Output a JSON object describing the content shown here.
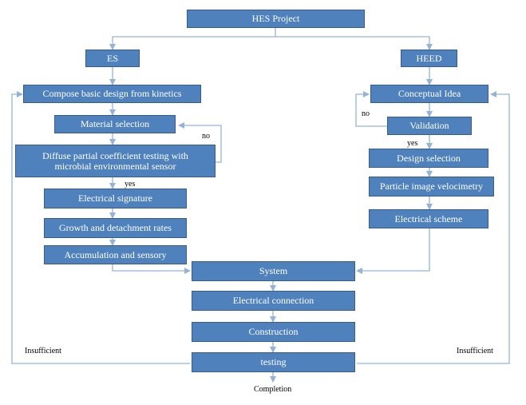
{
  "colors": {
    "box_fill": "#4f81bd",
    "box_border": "#385d8a",
    "connector": "#95b3d7",
    "text": "#ffffff"
  },
  "nodes": {
    "hes_project": "HES Project",
    "es": "ES",
    "heed": "HEED",
    "compose": "Compose basic design from kinetics",
    "material": "Material selection",
    "diffuse": "Diffuse partial coefficient testing with microbial environmental sensor",
    "electrical_signature": "Electrical signature",
    "growth": "Growth and detachment rates",
    "accumulation": "Accumulation and sensory",
    "conceptual": "Conceptual Idea",
    "validation": "Validation",
    "design_selection": "Design selection",
    "piv": "Particle image velocimetry",
    "electrical_scheme": "Electrical scheme",
    "system": "System",
    "electrical_connection": "Electrical connection",
    "construction": "Construction",
    "testing": "testing"
  },
  "labels": {
    "no_left": "no",
    "yes_left": "yes",
    "no_right": "no",
    "yes_right": "yes",
    "insufficient_left": "Insufficient",
    "insufficient_right": "Insufficient",
    "completion": "Completion"
  }
}
